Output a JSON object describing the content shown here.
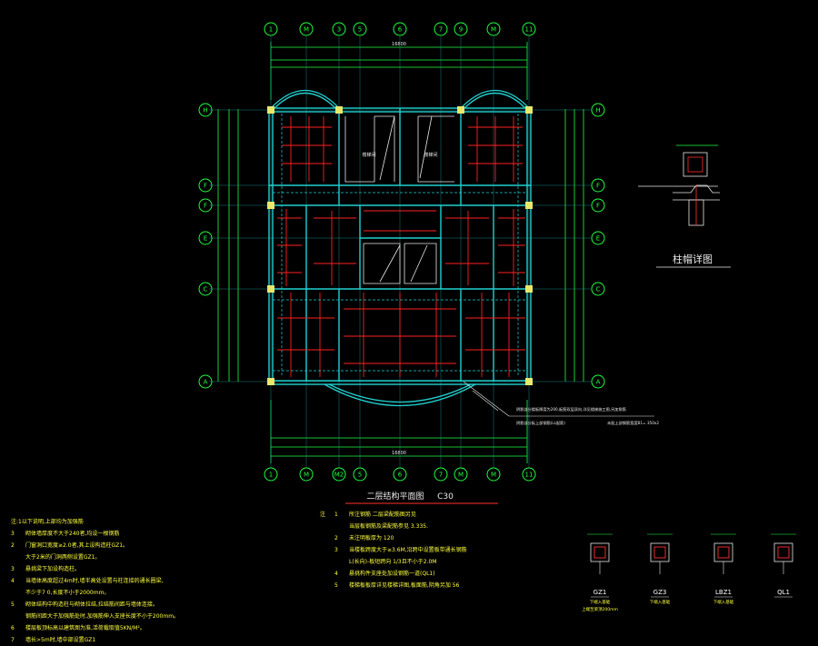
{
  "axes_top": [
    "1",
    "M",
    "3",
    "5",
    "6",
    "7",
    "9",
    "M",
    "11"
  ],
  "axes_bottom": [
    "1",
    "M",
    "M2",
    "5",
    "6",
    "7",
    "M",
    "M",
    "11"
  ],
  "axes_left": [
    "H",
    "F",
    "F",
    "E",
    "C",
    "A"
  ],
  "axes_right": [
    "H",
    "F",
    "F",
    "E",
    "C",
    "A"
  ],
  "plan_title": "二层结构平面图",
  "concrete_grade": "C30",
  "detail_title": "柱帽详图",
  "column_sections": [
    {
      "id": "gz1",
      "label": "GZ1",
      "note": "下端入基础\n上端至梁顶200mm"
    },
    {
      "id": "gz3",
      "label": "GZ3",
      "note": "下端入基础"
    },
    {
      "id": "lbz1",
      "label": "LBZ1",
      "note": "下端入基础"
    },
    {
      "id": "ql1",
      "label": "QL1",
      "note": ""
    }
  ],
  "notes_left": {
    "heading": "注:1以下说明,上部均为加强筋",
    "lines": [
      {
        "n": "3",
        "t": "砌体墙厚度不大于240者,均设一根钢筋"
      },
      {
        "n": "2",
        "t": "门窗洞口宽度≥2.0者,其上设构造柱GZ1。"
      },
      {
        "n": "",
        "t": "大于2米的门洞两侧设置GZ1。"
      },
      {
        "n": "3",
        "t": "悬挑梁下加设构造柱。"
      },
      {
        "n": "4",
        "t": "当墙体高度超过4m时,墙半高处设置与柱连接的通长圈梁,"
      },
      {
        "n": "",
        "t": "不少于7 0,长度不小于2000mm。"
      },
      {
        "n": "5",
        "t": "砌体结构中构造柱与砌体拉结,拉结筋间距与墙体连接。"
      },
      {
        "n": "",
        "t": "钢筋间距大于加强筋处时,加强筋伸入支座长度不小于200mm。"
      },
      {
        "n": "6",
        "t": "楼层板顶标高以建筑图为准,活荷载取值5KN/M²。"
      },
      {
        "n": "7",
        "t": "墙长>5m时,墙中部设置GZ1"
      }
    ]
  },
  "notes_mid": {
    "heading": "注",
    "lines": [
      {
        "n": "1",
        "t": "所注钢筋 二层梁配筋图另见"
      },
      {
        "n": "",
        "t": "当层板钢筋及梁配筋参见 3.335."
      },
      {
        "n": "2",
        "t": "未注明板厚为 120"
      },
      {
        "n": "3",
        "t": "当楼板跨度大于≥3.6M,沿跨中设置板带通长钢筋"
      },
      {
        "n": "",
        "t": "L(长向)-板短跨向    1/3且不小于2.0M"
      },
      {
        "n": "4",
        "t": "悬挑构件支座处加设钢筋一道(QL1)"
      },
      {
        "n": "5",
        "t": "楼梯板板厚详见楼梯详图,板面筋,阴角另加 56"
      }
    ]
  },
  "plan_annotations": {
    "leader1": "阴影部分楼板厚度为200,板筋双层双向,详见楼梯施工图,另加角筋",
    "leader2": "阴影部分板上部钢筋(LL配筋)",
    "leader3": "未配上部钢筋宽度B1= 350x2",
    "slab_label_1": "楼梯间",
    "slab_label_2": "楼梯间",
    "total_dim": "16800"
  }
}
